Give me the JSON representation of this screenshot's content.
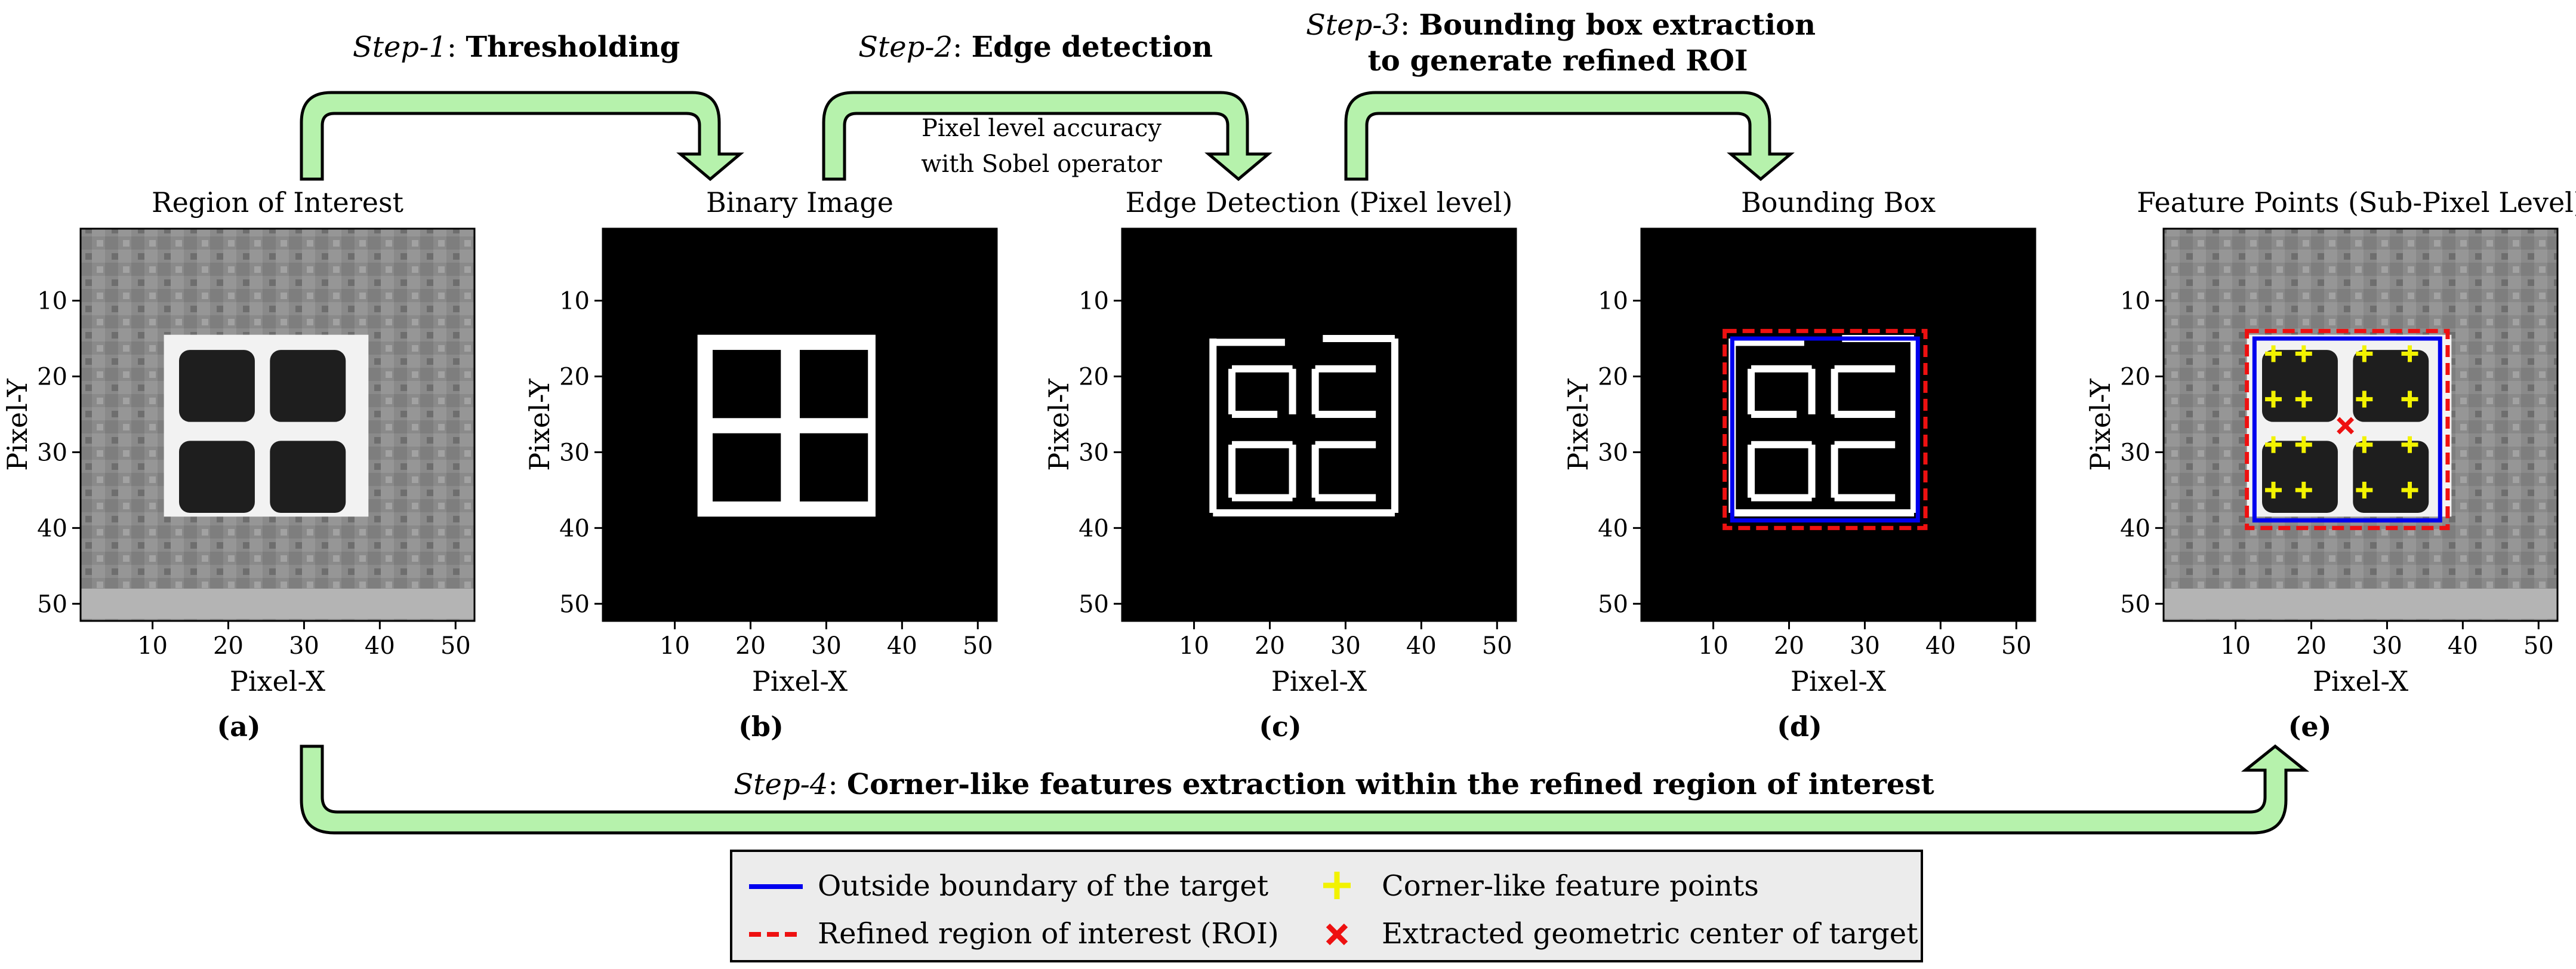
{
  "steps": {
    "step1": {
      "prefix": "Step-1",
      "label": "Thresholding"
    },
    "step2": {
      "prefix": "Step-2",
      "label": "Edge detection",
      "note_line1": "Pixel level accuracy",
      "note_line2": "with Sobel operator"
    },
    "step3": {
      "prefix": "Step-3",
      "label_line1": "Bounding box extraction",
      "label_line2": "to generate refined ROI"
    },
    "step4": {
      "prefix": "Step-4",
      "label": "Corner-like features extraction within the refined region of interest"
    }
  },
  "panels": [
    {
      "letter": "(a)",
      "title": "Region of Interest",
      "kind": "gray"
    },
    {
      "letter": "(b)",
      "title": "Binary Image",
      "kind": "binary"
    },
    {
      "letter": "(c)",
      "title": "Edge Detection (Pixel level)",
      "kind": "edge"
    },
    {
      "letter": "(d)",
      "title": "Bounding Box",
      "kind": "bbox"
    },
    {
      "letter": "(e)",
      "title": "Feature Points (Sub-Pixel Level)",
      "kind": "features"
    }
  ],
  "axes": {
    "xlabel": "Pixel-X",
    "ylabel": "Pixel-Y",
    "xticks": [
      "10",
      "20",
      "30",
      "40",
      "50"
    ],
    "yticks": [
      "10",
      "20",
      "30",
      "40",
      "50"
    ]
  },
  "legend": {
    "items": [
      {
        "label": "Outside boundary of the target",
        "symbol": "line",
        "color": "#0000ee"
      },
      {
        "label": "Corner-like feature points",
        "symbol": "plus",
        "color": "#f2f200"
      },
      {
        "label": "Refined region of interest (ROI)",
        "symbol": "dashed",
        "color": "#ee1111"
      },
      {
        "label": "Extracted geometric center of target",
        "symbol": "cross",
        "color": "#ee1111"
      }
    ]
  },
  "colors": {
    "arrow_fill": "#b6f2ac",
    "arrow_stroke": "#000000",
    "boundary": "#0000ee",
    "roi": "#ee1111",
    "feature": "#f2f200",
    "center": "#ee1111"
  }
}
